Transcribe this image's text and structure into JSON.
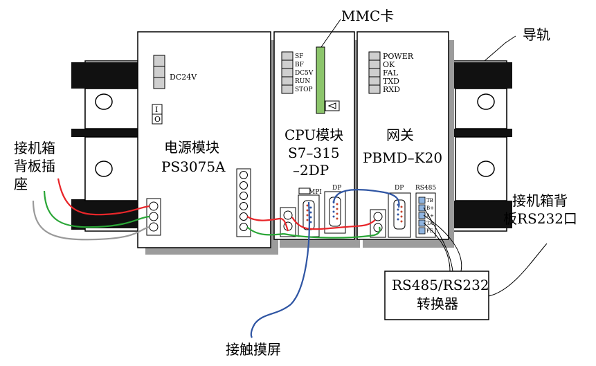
{
  "annotations": {
    "mmc": "MMC卡",
    "rail": "导轨",
    "backplane_socket": [
      "接机箱",
      "背板插",
      "座"
    ],
    "rs232_port": [
      "接机箱背",
      "板RS232口"
    ],
    "touchscreen": "接触摸屏",
    "converter": [
      "RS485/RS232",
      "转换器"
    ]
  },
  "power_module": {
    "label": "DC24V",
    "switch_on": "I",
    "switch_off": "O",
    "name": "电源模块",
    "model": "PS3075A"
  },
  "cpu_module": {
    "leds": [
      "SF",
      "BF",
      "DC5V",
      "RUN",
      "STOP"
    ],
    "name": [
      "CPU模块",
      "S7–315",
      "–2DP"
    ],
    "port_mpi": "MPI",
    "port_dp": "DP"
  },
  "gateway_module": {
    "leds": [
      "POWER",
      "OK",
      "FAL",
      "TXD",
      "RXD"
    ],
    "name": [
      "网关",
      "PBMD–K20"
    ],
    "port_dp": "DP",
    "port_rs485": "RS485",
    "rs485_pins": [
      "TB",
      "B+",
      "A+",
      "TA",
      "PE"
    ]
  },
  "colors": {
    "wire_red": "#e8262a",
    "wire_green": "#2aa637",
    "wire_blue": "#2f55a3",
    "wire_gray": "#9a9a9a",
    "led_fill": "#cfcfcf",
    "mmc_card": "#8cc56b",
    "shadow": "#9c9c9c"
  }
}
